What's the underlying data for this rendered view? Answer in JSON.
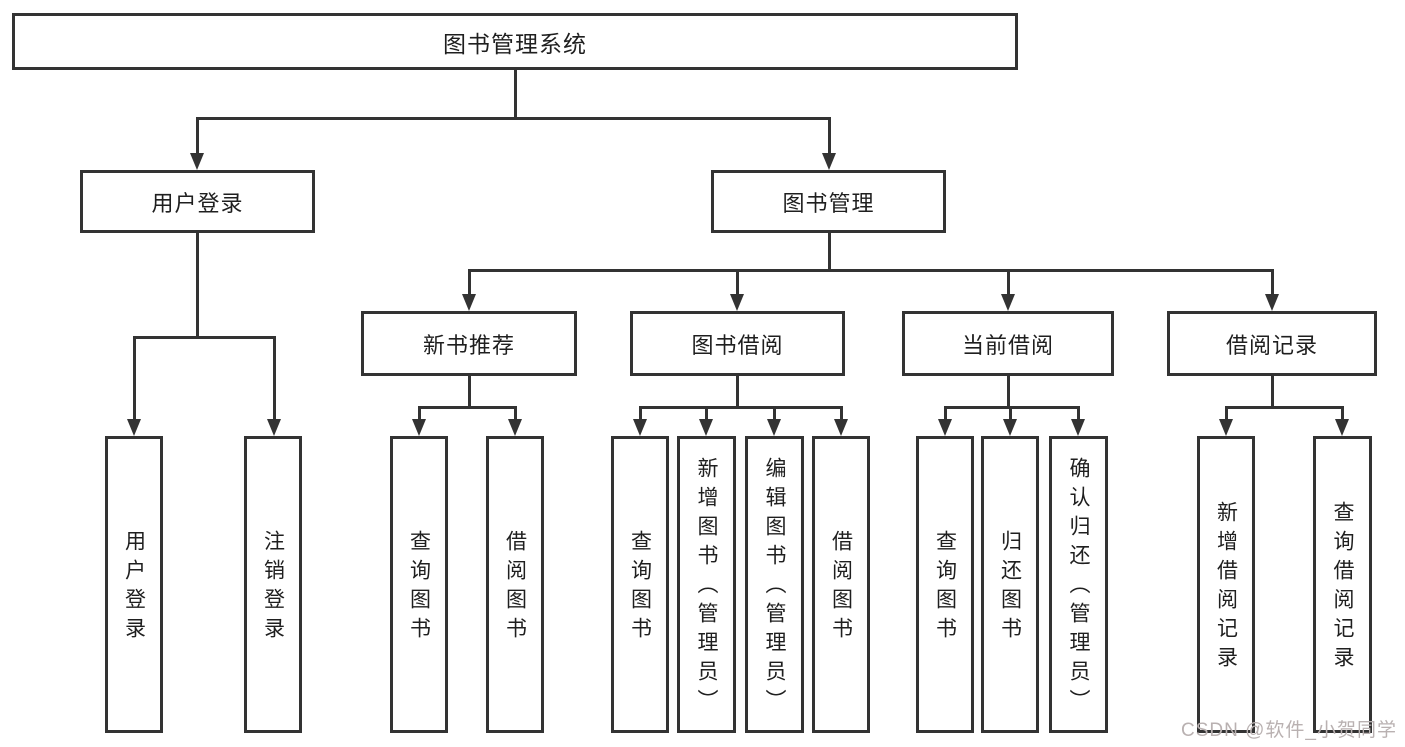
{
  "diagram": {
    "root": "图书管理系统",
    "level2": [
      "用户登录",
      "图书管理"
    ],
    "level3": [
      "新书推荐",
      "图书借阅",
      "当前借阅",
      "借阅记录"
    ],
    "login_children": [
      "用户登录",
      "注销登录"
    ],
    "newbook_children": [
      "查询图书",
      "借阅图书"
    ],
    "borrow_children": [
      "查询图书",
      "新增图书（管理员）",
      "编辑图书（管理员）",
      "借阅图书"
    ],
    "current_children": [
      "查询图书",
      "归还图书",
      "确认归还（管理员）"
    ],
    "record_children": [
      "新增借阅记录",
      "查询借阅记录"
    ]
  },
  "watermark": "CSDN @软件_小贺同学",
  "colors": {
    "line": "#333333",
    "text": "#1f1f1f",
    "watermark": "#b9b1b1",
    "background": "#ffffff"
  }
}
